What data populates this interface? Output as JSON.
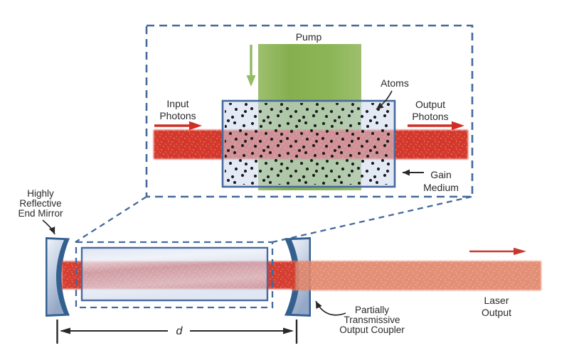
{
  "labels": {
    "pump": "Pump",
    "atoms": "Atoms",
    "input_photons": [
      "Input",
      "Photons"
    ],
    "output_photons": [
      "Output",
      "Photons"
    ],
    "gain_medium": [
      "Gain",
      "Medium"
    ],
    "end_mirror": [
      "Highly",
      "Reflective",
      "End Mirror"
    ],
    "output_coupler": [
      "Partially",
      "Transmissive",
      "Output Coupler"
    ],
    "laser_output": [
      "Laser",
      "Output"
    ],
    "cavity_length": "d"
  },
  "colors": {
    "beam_red": "#d4392a",
    "laser_output_salmon": "#e18367",
    "pump_green": "#8cb557",
    "pump_arrow_green": "#93bd63",
    "photon_arrow_red": "#cf2e25",
    "callout_dash_blue": "#45699b",
    "mirror_coating_blue": "#34608f",
    "gain_medium_border_blue": "#47699e",
    "atom_dot": "#1d1d1d",
    "text": "#2b2828"
  }
}
